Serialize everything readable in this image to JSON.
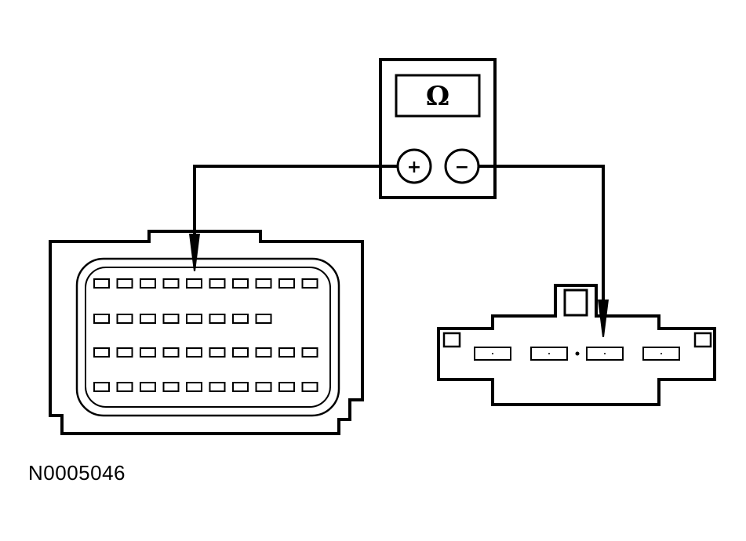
{
  "meter": {
    "display_symbol": "Ω",
    "positive_symbol": "+",
    "negative_symbol": "−"
  },
  "figure_id": "N0005046",
  "connector_large": {
    "rows": [
      10,
      8,
      10,
      10
    ]
  },
  "connector_small": {
    "terminals": 4
  }
}
